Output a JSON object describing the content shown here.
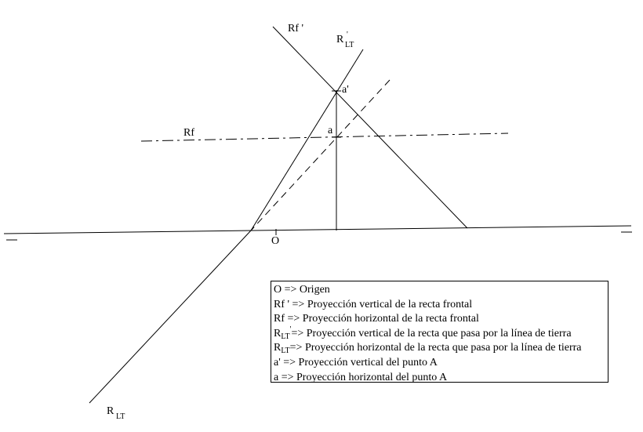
{
  "labels": {
    "rf_prime": "Rf '",
    "rlt_prime_main": "R",
    "rlt_prime_sub": "LT",
    "rlt_prime_sup": "'",
    "a_prime": "a'",
    "a": "a",
    "rf": "Rf",
    "origin": "O",
    "rlt_main": "R",
    "rlt_sub": "LT"
  },
  "legend": {
    "row1": "O => Origen",
    "row2": "Rf ' => Proyección vertical de la recta frontal",
    "row3": "Rf => Proyección horizontal de la recta frontal",
    "row4_main": "R",
    "row4_sub": "LT",
    "row4_sup": "'",
    "row4_text": "=> Proyección vertical de la recta que pasa por la línea de tierra",
    "row5_main": "R",
    "row5_sub": "LT",
    "row5_text": "=> Proyección horizontal de la recta que pasa por la línea de tierra",
    "row6": "a' => Proyección vertical del punto A",
    "row7": "a => Proyección horizontal del punto A"
  }
}
